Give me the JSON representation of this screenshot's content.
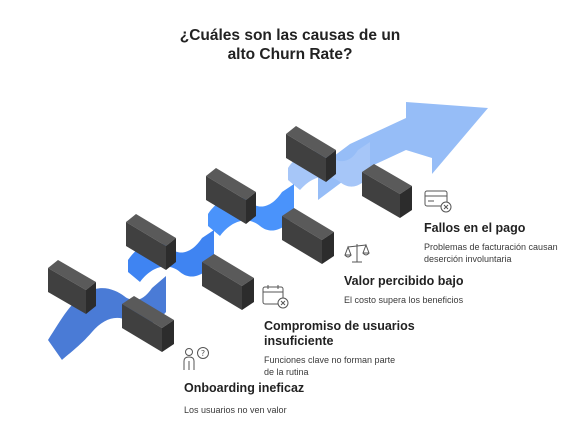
{
  "title": {
    "line1": "¿Cuáles son las causas de un",
    "line2": "alto Churn Rate?"
  },
  "colors": {
    "band1": "#4a7bd6",
    "band2": "#3f84f2",
    "band3": "#4a93fb",
    "band4": "#a6c6f8",
    "arrow": "#96bdf7",
    "block_front": "#404040",
    "block_top": "#5a5a5a",
    "block_side": "#2c2c2c"
  },
  "steps": [
    {
      "icon": "confused-person-icon",
      "title": "Onboarding ineficaz",
      "title2": "",
      "desc": "Los usuarios no ven valor",
      "desc2": ""
    },
    {
      "icon": "calendar-x-icon",
      "title": "Compromiso de usuarios",
      "title2": "insuficiente",
      "desc": "Funciones clave no forman parte",
      "desc2": "de la rutina"
    },
    {
      "icon": "scale-icon",
      "title": "Valor percibido bajo",
      "title2": "",
      "desc": "El costo supera los beneficios",
      "desc2": ""
    },
    {
      "icon": "credit-card-x-icon",
      "title": "Fallos en el pago",
      "title2": "",
      "desc": "Problemas de facturación causan",
      "desc2": "deserción involuntaria"
    }
  ]
}
